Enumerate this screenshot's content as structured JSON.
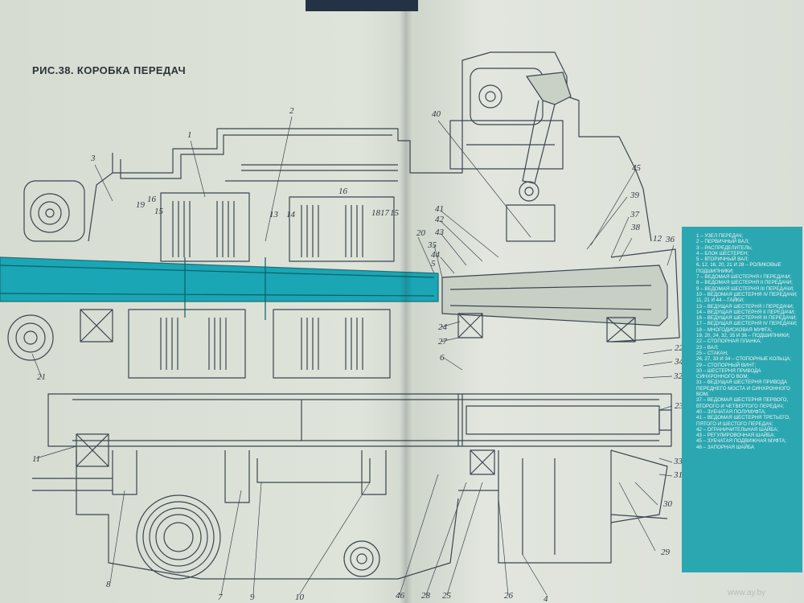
{
  "figure": {
    "title": "РИС.38. КОРОБКА ПЕРЕДАЧ"
  },
  "legend": {
    "items": [
      "1 – УЗЕЛ ПЕРЕДАЧ;",
      "2 – ПЕРВИЧНЫЙ ВАЛ;",
      "3 – РАСПРЕДЕЛИТЕЛЬ;",
      "4 – БЛОК ШЕСТЕРЕН;",
      "5 – ВТОРИЧНЫЙ ВАЛ;",
      "6, 12, 16, 20, 21 и 28 – РОЛИКОВЫЕ ПОДШИПНИКИ;",
      "7 – ВЕДОМАЯ ШЕСТЕРНЯ I ПЕРЕДАЧИ;",
      "8 – ВЕДОМАЯ ШЕСТЕРНЯ II ПЕРЕДАЧИ;",
      "9 – ВЕДОМАЯ ШЕСТЕРНЯ III ПЕРЕДАЧИ;",
      "10 – ВЕДОМАЯ ШЕСТЕРНЯ IV ПЕРЕДАЧИ;",
      "11, 21 и 44 – ГАЙКИ;",
      "13 – ВЕДУЩАЯ ШЕСТЕРНЯ I ПЕРЕДАЧИ;",
      "14 – ВЕДУЩАЯ ШЕСТЕРНЯ II ПЕРЕДАЧИ;",
      "16 – ВЕДУЩАЯ ШЕСТЕРНЯ III ПЕРЕДАЧИ;",
      "17 – ВЕДУЩАЯ ШЕСТЕРНЯ IV ПЕРЕДАЧИ;",
      "18 – МНОГОДИСКОВАЯ МУФТА;",
      "19, 20, 24, 32, 35 и 36 – ПОДШИПНИКИ;",
      "22 – СТОПОРНАЯ ПЛАНКА;",
      "23 – ВАЛ;",
      "25 – СТАКАН;",
      "26, 27, 33 и 34 – СТОПОРНЫЕ КОЛЬЦА;",
      "29 – СТОПОРНЫЙ ВИНТ;",
      "30 – ШЕСТЕРНЯ ПРИВОДА СИНХРОННОГО ВОМ;",
      "31 – ВЕДУЩАЯ ШЕСТЕРНЯ ПРИВОДА ПЕРЕДНЕГО МОСТА И СИНХРОННОГО ВОМ;",
      "37 – ВЕДОМАЯ ШЕСТЕРНЯ ПЕРВОГО, ВТОРОГО И ЧЕТВЕРТОГО ПЕРЕДАЧ;",
      "40 – ЗУБЧАТАЯ ПОЛУМУФТА;",
      "41 – ВЕДОМАЯ ШЕСТЕРНЯ ТРЕТЬЕГО, ПЯТОГО И ШЕСТОГО ПЕРЕДАЧ;",
      "42 – ОГРАНИЧИТЕЛЬНАЯ ШАЙБА;",
      "43 – РЕГУЛИРОВОЧНАЯ ШАЙБА;",
      "45 – ЗУБЧАТАЯ ПОДВИЖНАЯ МУФТА;",
      "46 – ЗАПОРНАЯ ШАЙБА"
    ]
  },
  "callouts": [
    "1",
    "2",
    "3",
    "4",
    "5",
    "6",
    "7",
    "8",
    "9",
    "10",
    "11",
    "12",
    "13",
    "14",
    "15",
    "15",
    "16",
    "16",
    "17",
    "18",
    "19",
    "20",
    "21",
    "22",
    "23",
    "24",
    "25",
    "26",
    "27",
    "28",
    "29",
    "30",
    "31",
    "32",
    "33",
    "34",
    "35",
    "36",
    "37",
    "38",
    "39",
    "40",
    "41",
    "42",
    "43",
    "44",
    "45",
    "46"
  ],
  "watermark": "www.ay.by",
  "colors": {
    "paper": "#dde2d8",
    "ink": "#3a4650",
    "shaft_highlight": "#1aa6b4",
    "legend_panel": "#2ba7b1"
  }
}
